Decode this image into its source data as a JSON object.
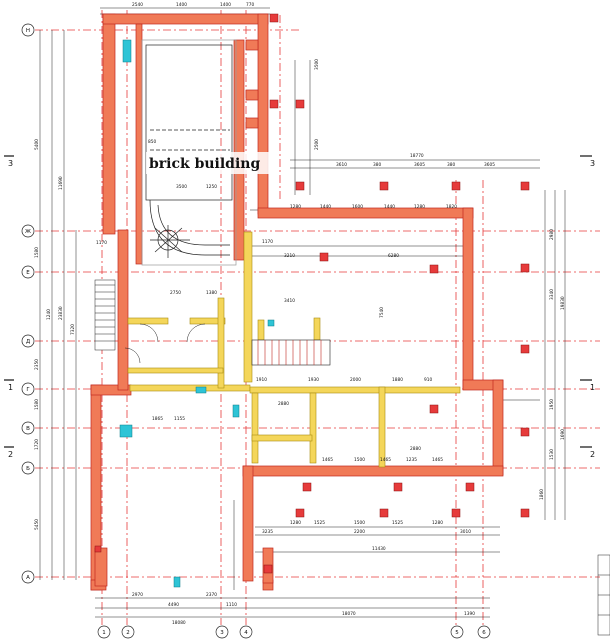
{
  "title": "brick building",
  "axes_rows": [
    "Н",
    "Ж",
    "Е",
    "Д",
    "Г",
    "В",
    "Б",
    "А"
  ],
  "axes_cols": [
    "1",
    "2",
    "3",
    "4",
    "5",
    "6"
  ],
  "sections": [
    "3",
    "3",
    "1",
    "1",
    "2",
    "2"
  ],
  "top_dims": [
    "2540",
    "1400",
    "1400",
    "770"
  ],
  "dims_left": [
    "5400",
    "1580",
    "1240",
    "2350",
    "1580",
    "1720",
    "7320",
    "11690",
    "23830",
    "5450"
  ],
  "dims_right": [
    "3500",
    "2500",
    "2980",
    "3340",
    "1950",
    "1530",
    "1860",
    "19830",
    "1690"
  ],
  "dims_inner": [
    "3610",
    "380",
    "3605",
    "380",
    "3605",
    "18770",
    "1280",
    "1440",
    "1600",
    "1440",
    "1280",
    "1820",
    "1170",
    "3210",
    "3410",
    "6280",
    "7540",
    "2880",
    "2750",
    "1380",
    "1910",
    "1930",
    "2000",
    "1880",
    "910",
    "1865",
    "1155",
    "2880",
    "1465",
    "1500",
    "1465",
    "1235",
    "1465",
    "1280",
    "1525",
    "1500",
    "1525",
    "1280",
    "3235",
    "2200",
    "3010",
    "11430",
    "2970",
    "2370",
    "4490",
    "1110",
    "18080",
    "18070",
    "1390"
  ],
  "room_labels": [
    "850",
    "1250",
    "3500",
    "1170"
  ]
}
